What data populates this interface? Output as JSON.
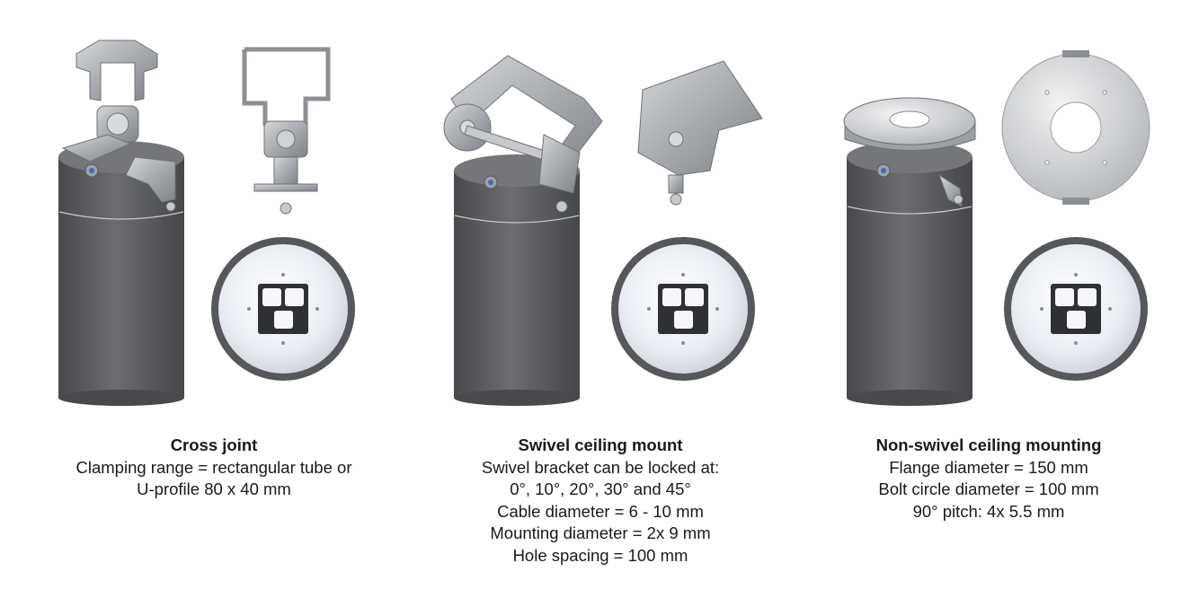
{
  "mountings": [
    {
      "title": "Cross joint",
      "lines": [
        "Clamping range = rectangular tube or",
        "U-profile 80 x 40 mm"
      ]
    },
    {
      "title": "Swivel ceiling mount",
      "lines": [
        "Swivel bracket can be locked at:",
        "0°, 10°, 20°, 30° and 45°",
        "Cable diameter = 6 - 10 mm",
        "Mounting diameter = 2x 9 mm",
        "Hole spacing = 100 mm"
      ]
    },
    {
      "title": "Non-swivel ceiling mounting",
      "lines": [
        "Flange diameter = 150 mm",
        "Bolt circle diameter = 100 mm",
        "90° pitch: 4x 5.5 mm"
      ]
    }
  ],
  "colors": {
    "housing": "#5f6165",
    "housing_dark": "#47494c",
    "steel": "#b9bcc0",
    "steel_dark": "#8c8f93",
    "lens": "#eef1f6",
    "led_panel": "#2f3033",
    "text": "#1a1a1a"
  }
}
